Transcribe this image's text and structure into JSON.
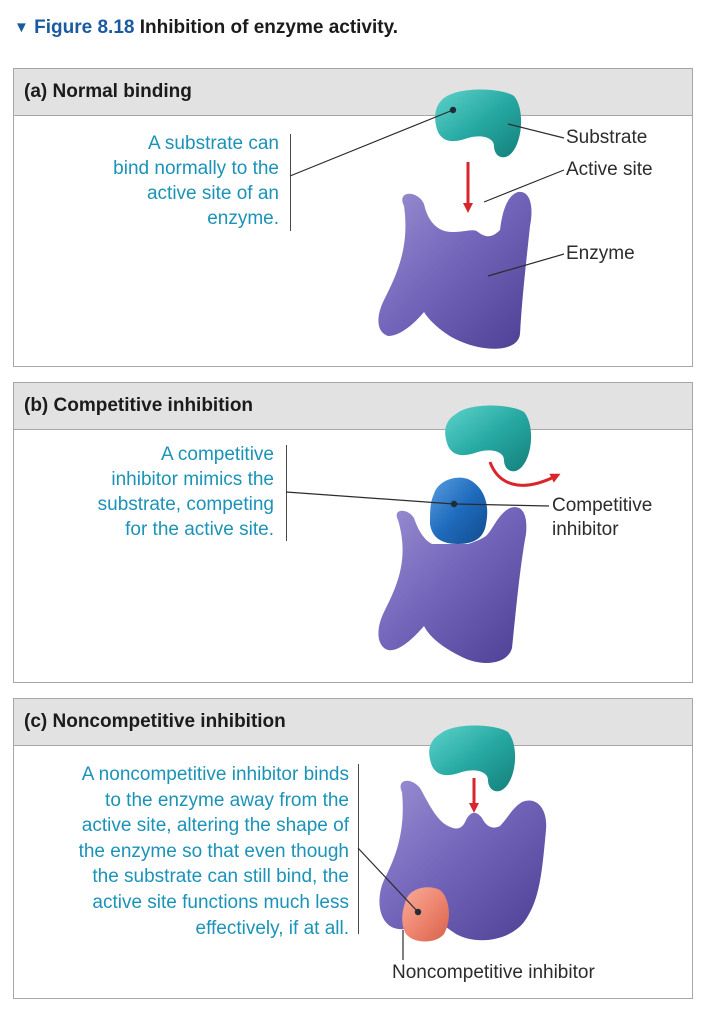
{
  "figure": {
    "marker": "▼",
    "number": "Figure 8.18",
    "title": "Inhibition of enzyme activity."
  },
  "panels": [
    {
      "heading": "(a) Normal binding",
      "caption": [
        "A substrate can",
        "bind normally to the",
        "active site of an",
        "enzyme."
      ],
      "labels": {
        "substrate": "Substrate",
        "active_site": "Active site",
        "enzyme": "Enzyme"
      }
    },
    {
      "heading": "(b) Competitive inhibition",
      "caption": [
        "A competitive",
        "inhibitor mimics the",
        "substrate, competing",
        "for the active site."
      ],
      "labels": {
        "inhibitor": [
          "Competitive",
          "inhibitor"
        ]
      }
    },
    {
      "heading": "(c) Noncompetitive inhibition",
      "caption": [
        "A noncompetitive inhibitor binds",
        "to the enzyme away from the",
        "active site, altering the shape of",
        "the enzyme so that even though",
        "the substrate can still bind, the",
        "active site functions much less",
        "effectively, if at all."
      ],
      "labels": {
        "inhibitor": "Noncompetitive inhibitor"
      }
    }
  ],
  "colors": {
    "caption_text": "#1b93b8",
    "title_blue": "#1a5aa0",
    "enzyme": "#6b5fb0",
    "substrate": "#27a9a3",
    "competitive_inhibitor": "#1f6bbd",
    "noncompetitive_inhibitor": "#ee8670",
    "arrow": "#d9262d"
  }
}
